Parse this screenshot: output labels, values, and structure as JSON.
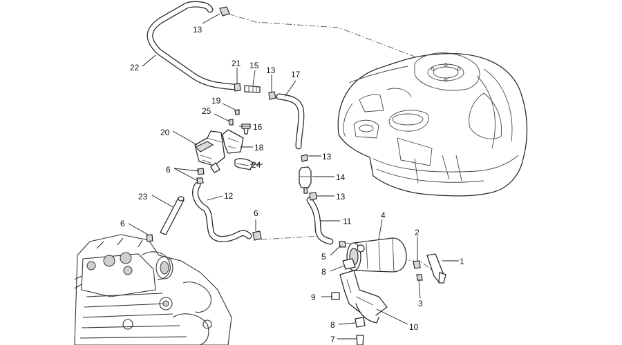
{
  "callouts": {
    "c1": "1",
    "c2": "2",
    "c3": "3",
    "c4": "4",
    "c5": "5",
    "c6a": "6",
    "c6b": "6",
    "c6c": "6",
    "c7": "7",
    "c8a": "8",
    "c8b": "8",
    "c9": "9",
    "c10": "10",
    "c11": "11",
    "c12": "12",
    "c13a": "13",
    "c13b": "13",
    "c13c": "13",
    "c13d": "13",
    "c14": "14",
    "c15": "15",
    "c16": "16",
    "c17": "17",
    "c18": "18",
    "c19": "19",
    "c20": "20",
    "c21": "21",
    "c22": "22",
    "c23": "23",
    "c24": "24",
    "c25": "25"
  }
}
